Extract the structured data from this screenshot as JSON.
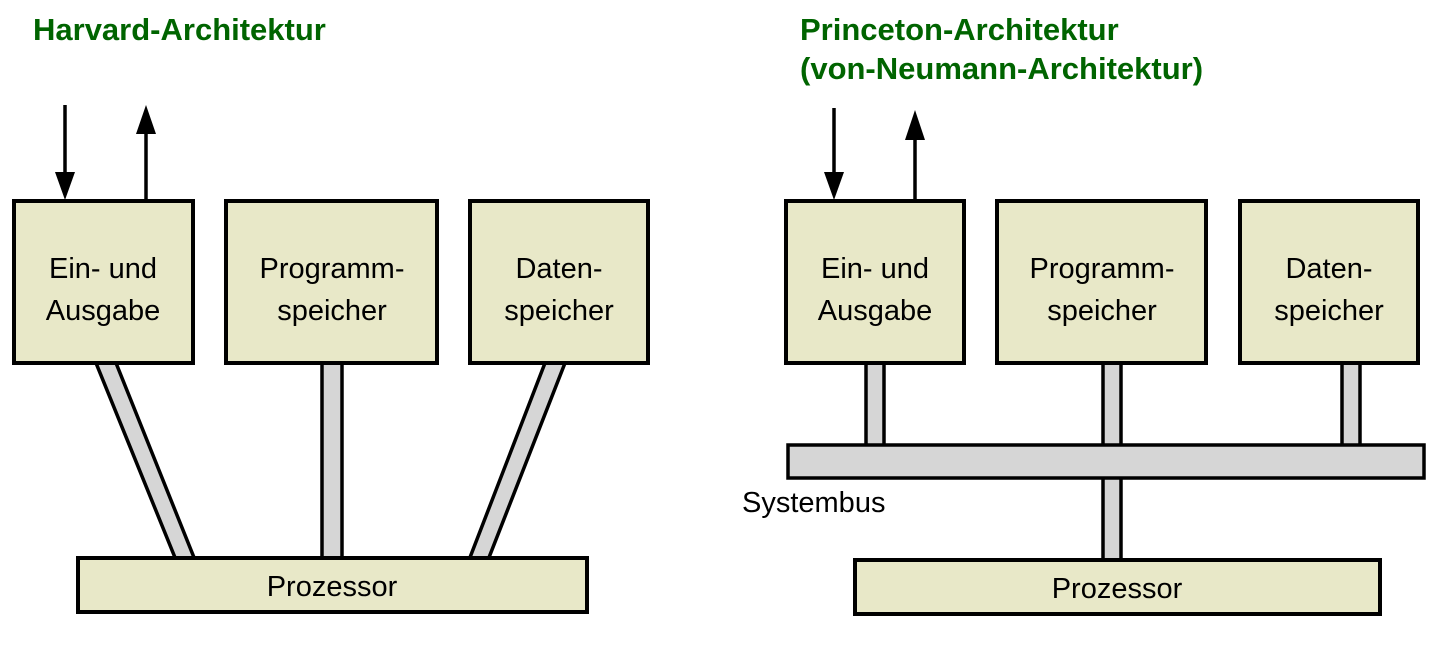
{
  "figure": {
    "title_color": "#006400",
    "box_fill": "#e8e8c8",
    "bus_fill": "#d6d6d6",
    "stroke_color": "#000000",
    "background": "#ffffff"
  },
  "left_panel": {
    "title": "Harvard-Architektur",
    "title_line1": "Harvard-Architektur",
    "title_line2": "",
    "boxes": [
      {
        "line1": "Ein- und",
        "line2": "Ausgabe"
      },
      {
        "line1": "Programm-",
        "line2": "speicher"
      },
      {
        "line1": "Daten-",
        "line2": "speicher"
      }
    ],
    "processor": "Prozessor",
    "arrows": [
      {
        "name": "input-arrow",
        "direction": "down"
      },
      {
        "name": "output-arrow",
        "direction": "up"
      }
    ]
  },
  "right_panel": {
    "title": "Princeton-Architektur (von-Neumann-Architektur)",
    "title_line1": "Princeton-Architektur",
    "title_line2": "(von-Neumann-Architektur)",
    "boxes": [
      {
        "line1": "Ein- und",
        "line2": "Ausgabe"
      },
      {
        "line1": "Programm-",
        "line2": "speicher"
      },
      {
        "line1": "Daten-",
        "line2": "speicher"
      }
    ],
    "processor": "Prozessor",
    "bus_label": "Systembus",
    "arrows": [
      {
        "name": "input-arrow",
        "direction": "down"
      },
      {
        "name": "output-arrow",
        "direction": "up"
      }
    ]
  }
}
